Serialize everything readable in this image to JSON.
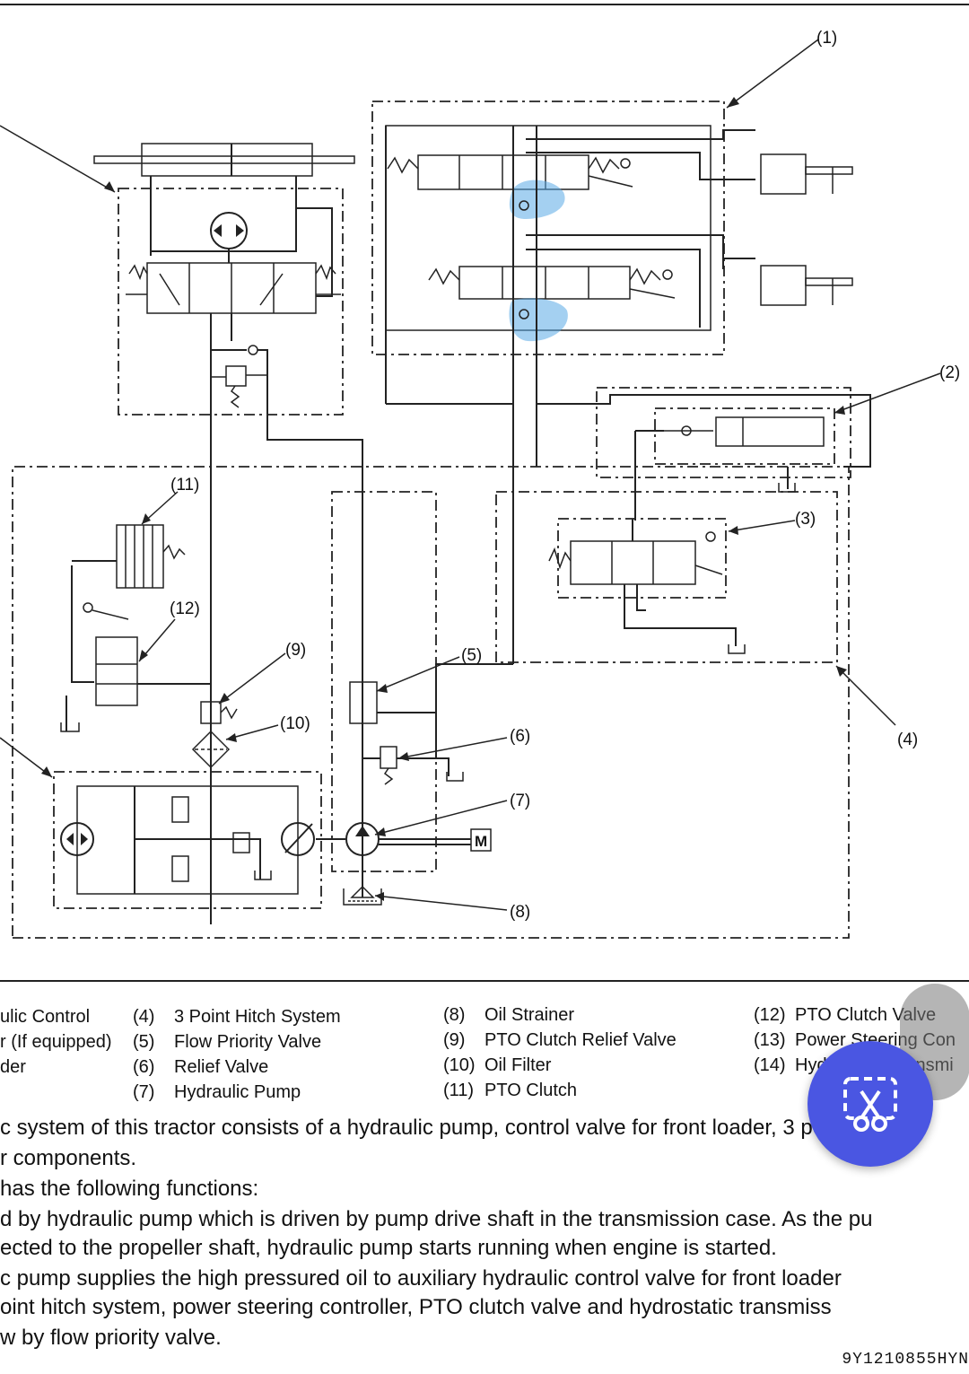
{
  "callouts": {
    "c1": "(1)",
    "c2": "(2)",
    "c3": "(3)",
    "c4": "(4)",
    "c5": "(5)",
    "c6": "(6)",
    "c7": "(7)",
    "c8": "(8)",
    "c9": "(9)",
    "c10": "(10)",
    "c11": "(11)",
    "c12": "(12)",
    "motor": "M"
  },
  "legend": {
    "col1": [
      "ulic Control",
      "r (If equipped)",
      "der"
    ],
    "col2": [
      {
        "num": "(4)",
        "text": "3 Point Hitch System"
      },
      {
        "num": "(5)",
        "text": "Flow Priority Valve"
      },
      {
        "num": "(6)",
        "text": "Relief Valve"
      },
      {
        "num": "(7)",
        "text": "Hydraulic Pump"
      }
    ],
    "col3": [
      {
        "num": "(8)",
        "text": "Oil Strainer"
      },
      {
        "num": "(9)",
        "text": "PTO Clutch Relief Valve"
      },
      {
        "num": "(10)",
        "text": "Oil Filter"
      },
      {
        "num": "(11)",
        "text": "PTO Clutch"
      }
    ],
    "col4": [
      {
        "num": "(12)",
        "text": "PTO Clutch Valve"
      },
      {
        "num": "(13)",
        "text": "Power Steering Con"
      },
      {
        "num": "(14)",
        "text": "Hydrostatic Transmi"
      }
    ]
  },
  "paragraph": [
    "c system of this tractor consists of a hydraulic pump, control valve for front loader, 3 po",
    "r components.",
    "has the following functions:",
    "d by hydraulic pump which is driven by pump drive shaft in the transmission case. As the pu",
    "ected to the propeller shaft, hydraulic pump starts running when engine is started.",
    "c pump supplies the high pressured oil to auxiliary hydraulic control valve for front loader",
    "oint hitch system, power steering controller, PTO clutch valve and hydrostatic transmiss",
    "w by flow priority valve."
  ],
  "code": "9Y1210855HYN",
  "colors": {
    "highlight": "#5aa9e6",
    "fab": "#4a56e2"
  },
  "icons": {
    "fab": "screenshot-scissors-icon"
  }
}
